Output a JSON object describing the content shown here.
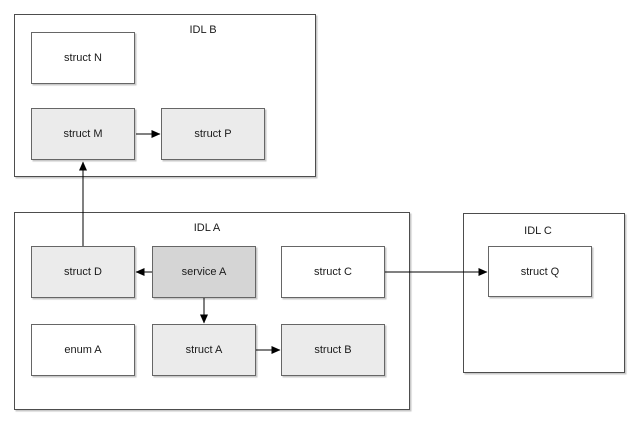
{
  "diagram": {
    "background": "#ffffff",
    "colors": {
      "node_fill_white": "#ffffff",
      "node_fill_light_gray": "#ebebeb",
      "node_fill_medium_gray": "#d5d5d5",
      "node_border": "#666666",
      "container_border": "#4d4d4d",
      "arrow": "#000000"
    },
    "containers": [
      {
        "id": "idl-b",
        "label": "IDL B"
      },
      {
        "id": "idl-a",
        "label": "IDL A"
      },
      {
        "id": "idl-c",
        "label": "IDL C"
      }
    ],
    "nodes": [
      {
        "id": "struct-n",
        "label": "struct N",
        "container": "IDL B",
        "fill": "white"
      },
      {
        "id": "struct-m",
        "label": "struct M",
        "container": "IDL B",
        "fill": "light-gray"
      },
      {
        "id": "struct-p",
        "label": "struct P",
        "container": "IDL B",
        "fill": "light-gray"
      },
      {
        "id": "struct-d",
        "label": "struct D",
        "container": "IDL A",
        "fill": "light-gray"
      },
      {
        "id": "service-a",
        "label": "service A",
        "container": "IDL A",
        "fill": "medium-gray"
      },
      {
        "id": "struct-c",
        "label": "struct C",
        "container": "IDL A",
        "fill": "white"
      },
      {
        "id": "enum-a",
        "label": "enum A",
        "container": "IDL A",
        "fill": "white"
      },
      {
        "id": "struct-a",
        "label": "struct A",
        "container": "IDL A",
        "fill": "light-gray"
      },
      {
        "id": "struct-b",
        "label": "struct B",
        "container": "IDL A",
        "fill": "light-gray"
      },
      {
        "id": "struct-q",
        "label": "struct Q",
        "container": "IDL C",
        "fill": "white"
      }
    ],
    "edges": [
      {
        "from": "struct M",
        "to": "struct P",
        "direction": "right"
      },
      {
        "from": "struct D",
        "to": "struct M",
        "direction": "up"
      },
      {
        "from": "service A",
        "to": "struct D",
        "direction": "left"
      },
      {
        "from": "service A",
        "to": "struct A",
        "direction": "down"
      },
      {
        "from": "struct A",
        "to": "struct B",
        "direction": "right"
      },
      {
        "from": "struct C",
        "to": "struct Q",
        "direction": "right"
      }
    ]
  }
}
